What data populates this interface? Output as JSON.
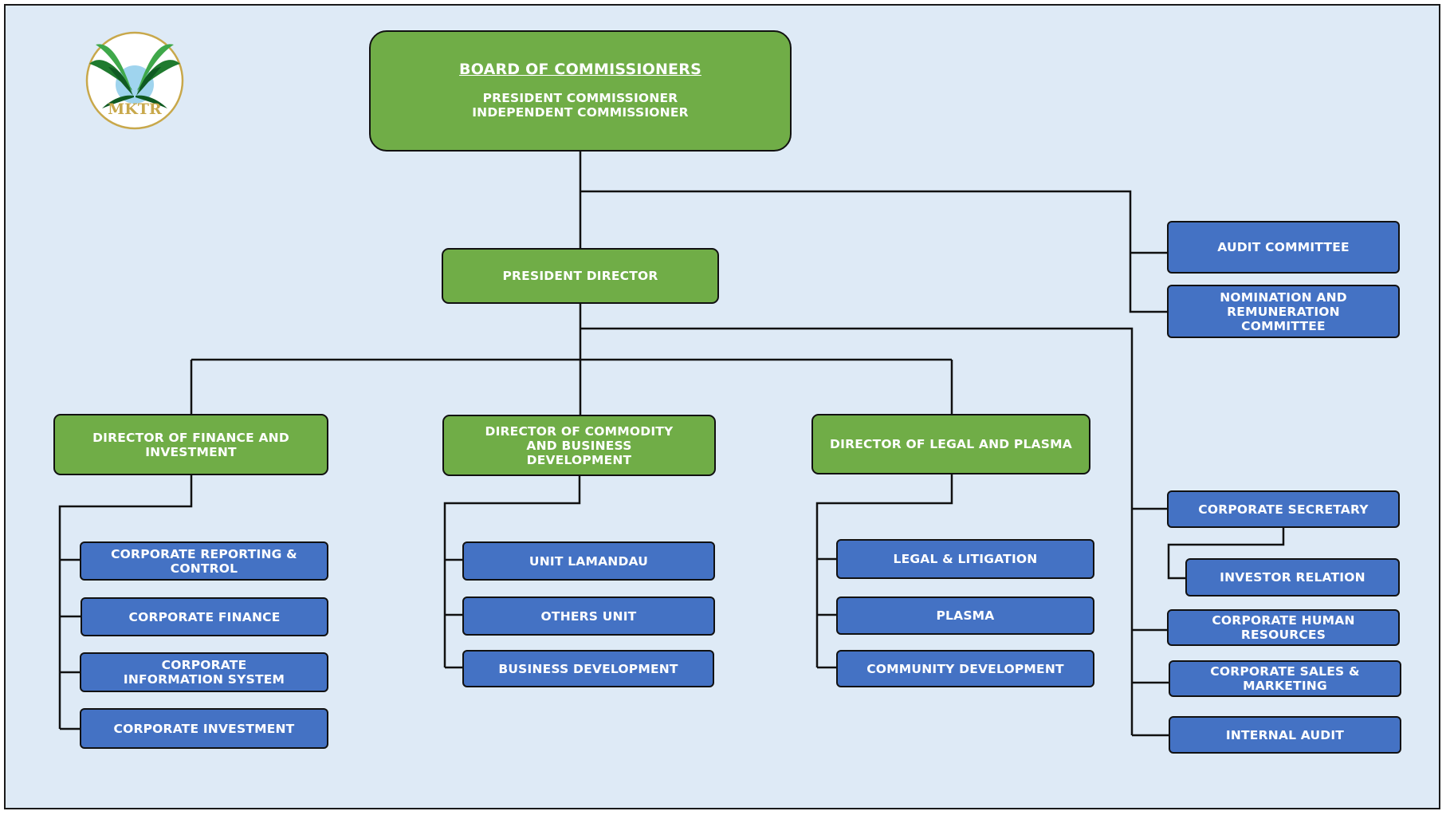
{
  "logo": {
    "text": "MKTR",
    "ring_color": "#c8a84b",
    "leaf_colors": [
      "#1f7a2e",
      "#3fa84a",
      "#0f5a22"
    ],
    "sky_color": "#9fd4ee"
  },
  "board": {
    "title": "BOARD OF COMMISSIONERS",
    "line1": "PRESIDENT COMMISSIONER",
    "line2": "INDEPENDENT COMMISSIONER"
  },
  "president_director": {
    "label": "PRESIDENT DIRECTOR"
  },
  "committees": {
    "audit": "AUDIT COMMITTEE",
    "nomination": "NOMINATION AND REMUNERATION COMMITTEE"
  },
  "directors": {
    "finance": {
      "label": "DIRECTOR OF FINANCE AND INVESTMENT",
      "units": [
        "CORPORATE REPORTING & CONTROL",
        "CORPORATE FINANCE",
        "CORPORATE INFORMATION SYSTEM",
        "CORPORATE INVESTMENT"
      ]
    },
    "commodity": {
      "label": "DIRECTOR OF COMMODITY AND BUSINESS DEVELOPMENT",
      "units": [
        "UNIT LAMANDAU",
        "OTHERS UNIT",
        "BUSINESS DEVELOPMENT"
      ]
    },
    "legal": {
      "label": "DIRECTOR OF LEGAL AND PLASMA",
      "units": [
        "LEGAL & LITIGATION",
        "PLASMA",
        "COMMUNITY DEVELOPMENT"
      ]
    }
  },
  "staff_units": {
    "corporate_secretary": "CORPORATE SECRETARY",
    "investor_relation": "INVESTOR RELATION",
    "human_resources": "CORPORATE HUMAN RESOURCES",
    "sales_marketing": "CORPORATE SALES & MARKETING",
    "internal_audit": "INTERNAL AUDIT"
  },
  "colors": {
    "green": "#70ad47",
    "blue": "#4472c4",
    "background": "#deeaf6",
    "line": "#111111"
  }
}
